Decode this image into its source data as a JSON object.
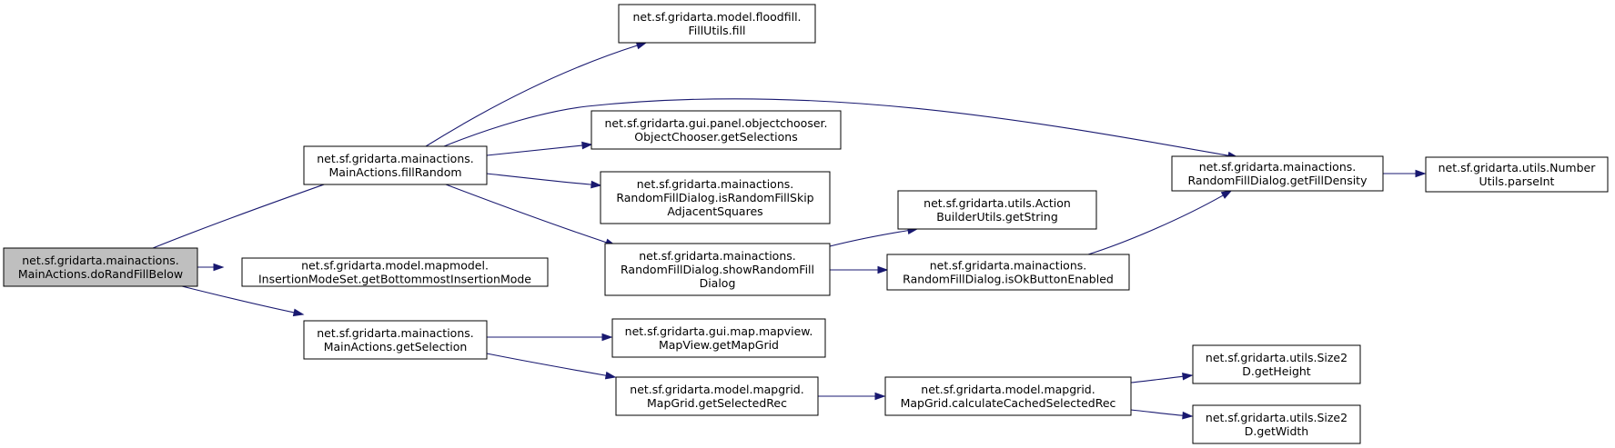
{
  "nodes": [
    {
      "id": "n0",
      "lines": [
        "net.sf.gridarta.mainactions.",
        "MainActions.doRandFillBelow"
      ],
      "root": true
    },
    {
      "id": "n1",
      "lines": [
        "net.sf.gridarta.mainactions.",
        "MainActions.fillRandom"
      ]
    },
    {
      "id": "n2",
      "lines": [
        "net.sf.gridarta.model.mapmodel.",
        "InsertionModeSet.getBottommostInsertionMode"
      ]
    },
    {
      "id": "n3",
      "lines": [
        "net.sf.gridarta.mainactions.",
        "MainActions.getSelection"
      ]
    },
    {
      "id": "n4",
      "lines": [
        "net.sf.gridarta.model.floodfill.",
        "FillUtils.fill"
      ]
    },
    {
      "id": "n5",
      "lines": [
        "net.sf.gridarta.gui.panel.objectchooser.",
        "ObjectChooser.getSelections"
      ]
    },
    {
      "id": "n6",
      "lines": [
        "net.sf.gridarta.mainactions.",
        "RandomFillDialog.isRandomFillSkip",
        "AdjacentSquares"
      ]
    },
    {
      "id": "n7",
      "lines": [
        "net.sf.gridarta.mainactions.",
        "RandomFillDialog.showRandomFill",
        "Dialog"
      ]
    },
    {
      "id": "n8",
      "lines": [
        "net.sf.gridarta.mainactions.",
        "RandomFillDialog.getFillDensity"
      ]
    },
    {
      "id": "n9",
      "lines": [
        "net.sf.gridarta.gui.map.mapview.",
        "MapView.getMapGrid"
      ]
    },
    {
      "id": "n10",
      "lines": [
        "net.sf.gridarta.model.mapgrid.",
        "MapGrid.getSelectedRec"
      ]
    },
    {
      "id": "n11",
      "lines": [
        "net.sf.gridarta.utils.Action",
        "BuilderUtils.getString"
      ]
    },
    {
      "id": "n12",
      "lines": [
        "net.sf.gridarta.mainactions.",
        "RandomFillDialog.isOkButtonEnabled"
      ]
    },
    {
      "id": "n13",
      "lines": [
        "net.sf.gridarta.model.mapgrid.",
        "MapGrid.calculateCachedSelectedRec"
      ]
    },
    {
      "id": "n14",
      "lines": [
        "net.sf.gridarta.utils.Number",
        "Utils.parseInt"
      ]
    },
    {
      "id": "n15",
      "lines": [
        "net.sf.gridarta.utils.Size2",
        "D.getHeight"
      ]
    },
    {
      "id": "n16",
      "lines": [
        "net.sf.gridarta.utils.Size2",
        "D.getWidth"
      ]
    }
  ],
  "edges": [
    {
      "from": "n0",
      "to": "n1"
    },
    {
      "from": "n0",
      "to": "n2"
    },
    {
      "from": "n0",
      "to": "n3"
    },
    {
      "from": "n1",
      "to": "n4"
    },
    {
      "from": "n1",
      "to": "n8"
    },
    {
      "from": "n1",
      "to": "n5"
    },
    {
      "from": "n1",
      "to": "n6"
    },
    {
      "from": "n1",
      "to": "n7"
    },
    {
      "from": "n8",
      "to": "n14"
    },
    {
      "from": "n7",
      "to": "n11"
    },
    {
      "from": "n7",
      "to": "n12"
    },
    {
      "from": "n12",
      "to": "n8"
    },
    {
      "from": "n3",
      "to": "n9"
    },
    {
      "from": "n3",
      "to": "n10"
    },
    {
      "from": "n10",
      "to": "n13"
    },
    {
      "from": "n13",
      "to": "n15"
    },
    {
      "from": "n13",
      "to": "n16"
    }
  ],
  "colors": {
    "edge": "#191970",
    "node_border": "#000000",
    "root_fill": "#bfbfbf",
    "node_fill": "#ffffff"
  }
}
